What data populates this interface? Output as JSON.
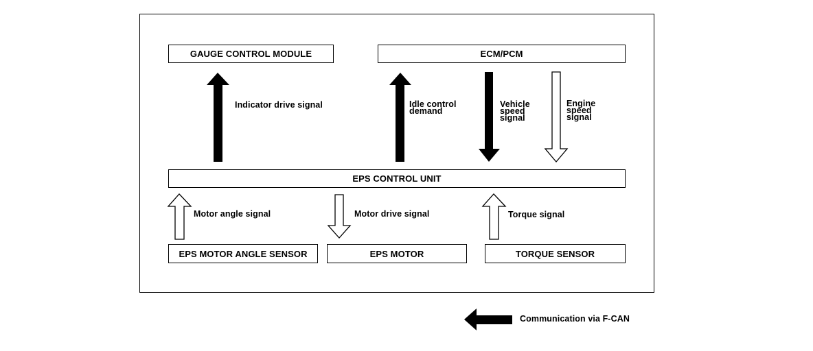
{
  "blocks": {
    "gauge_control_module": "GAUGE CONTROL MODULE",
    "ecm_pcm": "ECM/PCM",
    "eps_control_unit": "EPS CONTROL UNIT",
    "eps_motor_angle_sensor": "EPS MOTOR ANGLE SENSOR",
    "eps_motor": "EPS MOTOR",
    "torque_sensor": "TORQUE SENSOR"
  },
  "signals": {
    "indicator_drive": "Indicator drive signal",
    "idle_control": "Idle control\ndemand",
    "vehicle_speed": "Vehicle\nspeed\nsignal",
    "engine_speed": "Engine\nspeed\nsignal",
    "motor_angle": "Motor angle signal",
    "motor_drive": "Motor drive signal",
    "torque": "Torque signal"
  },
  "legend": {
    "text": "Communication via F-CAN"
  },
  "colors": {
    "line": "#000000",
    "background": "#ffffff"
  }
}
